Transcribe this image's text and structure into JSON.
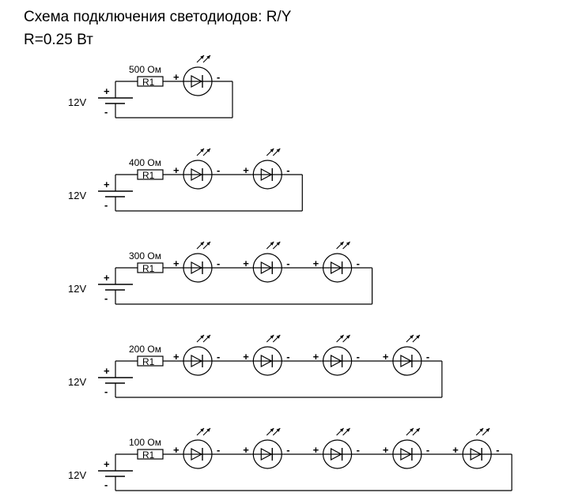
{
  "title": "Схема подключения светодиодов: R/Y",
  "subtitle": "R=0.25 Вт",
  "labels": {
    "voltage": "12V",
    "resistor": "R1",
    "plus": "+",
    "minus": "-"
  },
  "circuits": [
    {
      "resistance": "500 Ом",
      "led_count": 1
    },
    {
      "resistance": "400 Ом",
      "led_count": 2
    },
    {
      "resistance": "300 Ом",
      "led_count": 3
    },
    {
      "resistance": "200 Ом",
      "led_count": 4
    },
    {
      "resistance": "100 Ом",
      "led_count": 5
    }
  ]
}
